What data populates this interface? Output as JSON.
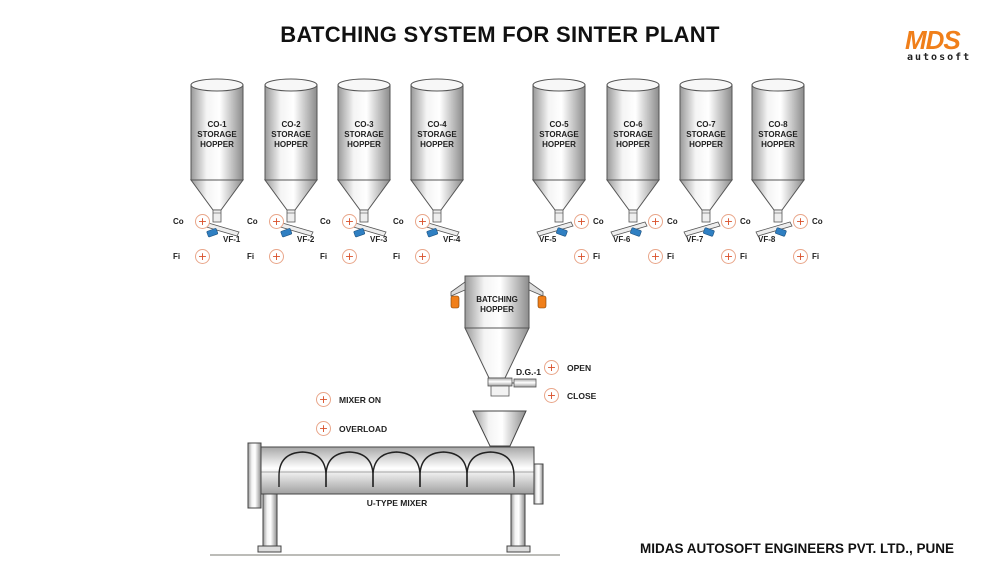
{
  "title": "BATCHING SYSTEM FOR SINTER PLANT",
  "logo": {
    "mark": "MDS",
    "sub": "autosoft",
    "accent": "#f07f1a"
  },
  "footer": "MIDAS AUTOSOFT ENGINEERS PVT. LTD., PUNE",
  "colors": {
    "indicator_ring": "#e9a68a",
    "indicator_plus": "#d9502a",
    "feeder_motor": "#2f7fc2",
    "load_cell": "#f07f1a"
  },
  "storage_hoppers": [
    {
      "id": "CO-1",
      "line1": "CO-1",
      "line2": "STORAGE",
      "line3": "HOPPER",
      "feeder": "VF-1",
      "co_label": "Co",
      "fi_label": "Fi"
    },
    {
      "id": "CO-2",
      "line1": "CO-2",
      "line2": "STORAGE",
      "line3": "HOPPER",
      "feeder": "VF-2",
      "co_label": "Co",
      "fi_label": "Fi"
    },
    {
      "id": "CO-3",
      "line1": "CO-3",
      "line2": "STORAGE",
      "line3": "HOPPER",
      "feeder": "VF-3",
      "co_label": "Co",
      "fi_label": "Fi"
    },
    {
      "id": "CO-4",
      "line1": "CO-4",
      "line2": "STORAGE",
      "line3": "HOPPER",
      "feeder": "VF-4",
      "co_label": "Co",
      "fi_label": "Fi"
    },
    {
      "id": "CO-5",
      "line1": "CO-5",
      "line2": "STORAGE",
      "line3": "HOPPER",
      "feeder": "VF-5",
      "co_label": "Co",
      "fi_label": "Fi"
    },
    {
      "id": "CO-6",
      "line1": "CO-6",
      "line2": "STORAGE",
      "line3": "HOPPER",
      "feeder": "VF-6",
      "co_label": "Co",
      "fi_label": "Fi"
    },
    {
      "id": "CO-7",
      "line1": "CO-7",
      "line2": "STORAGE",
      "line3": "HOPPER",
      "feeder": "VF-7",
      "co_label": "Co",
      "fi_label": "Fi"
    },
    {
      "id": "CO-8",
      "line1": "CO-8",
      "line2": "STORAGE",
      "line3": "HOPPER",
      "feeder": "VF-8",
      "co_label": "Co",
      "fi_label": "Fi"
    }
  ],
  "batching_hopper": {
    "line1": "BATCHING",
    "line2": "HOPPER",
    "gate": "D.G.-1",
    "open_label": "OPEN",
    "close_label": "CLOSE"
  },
  "mixer": {
    "label": "U-TYPE MIXER",
    "on_label": "MIXER ON",
    "overload_label": "OVERLOAD"
  },
  "indicator_symbol": "+"
}
